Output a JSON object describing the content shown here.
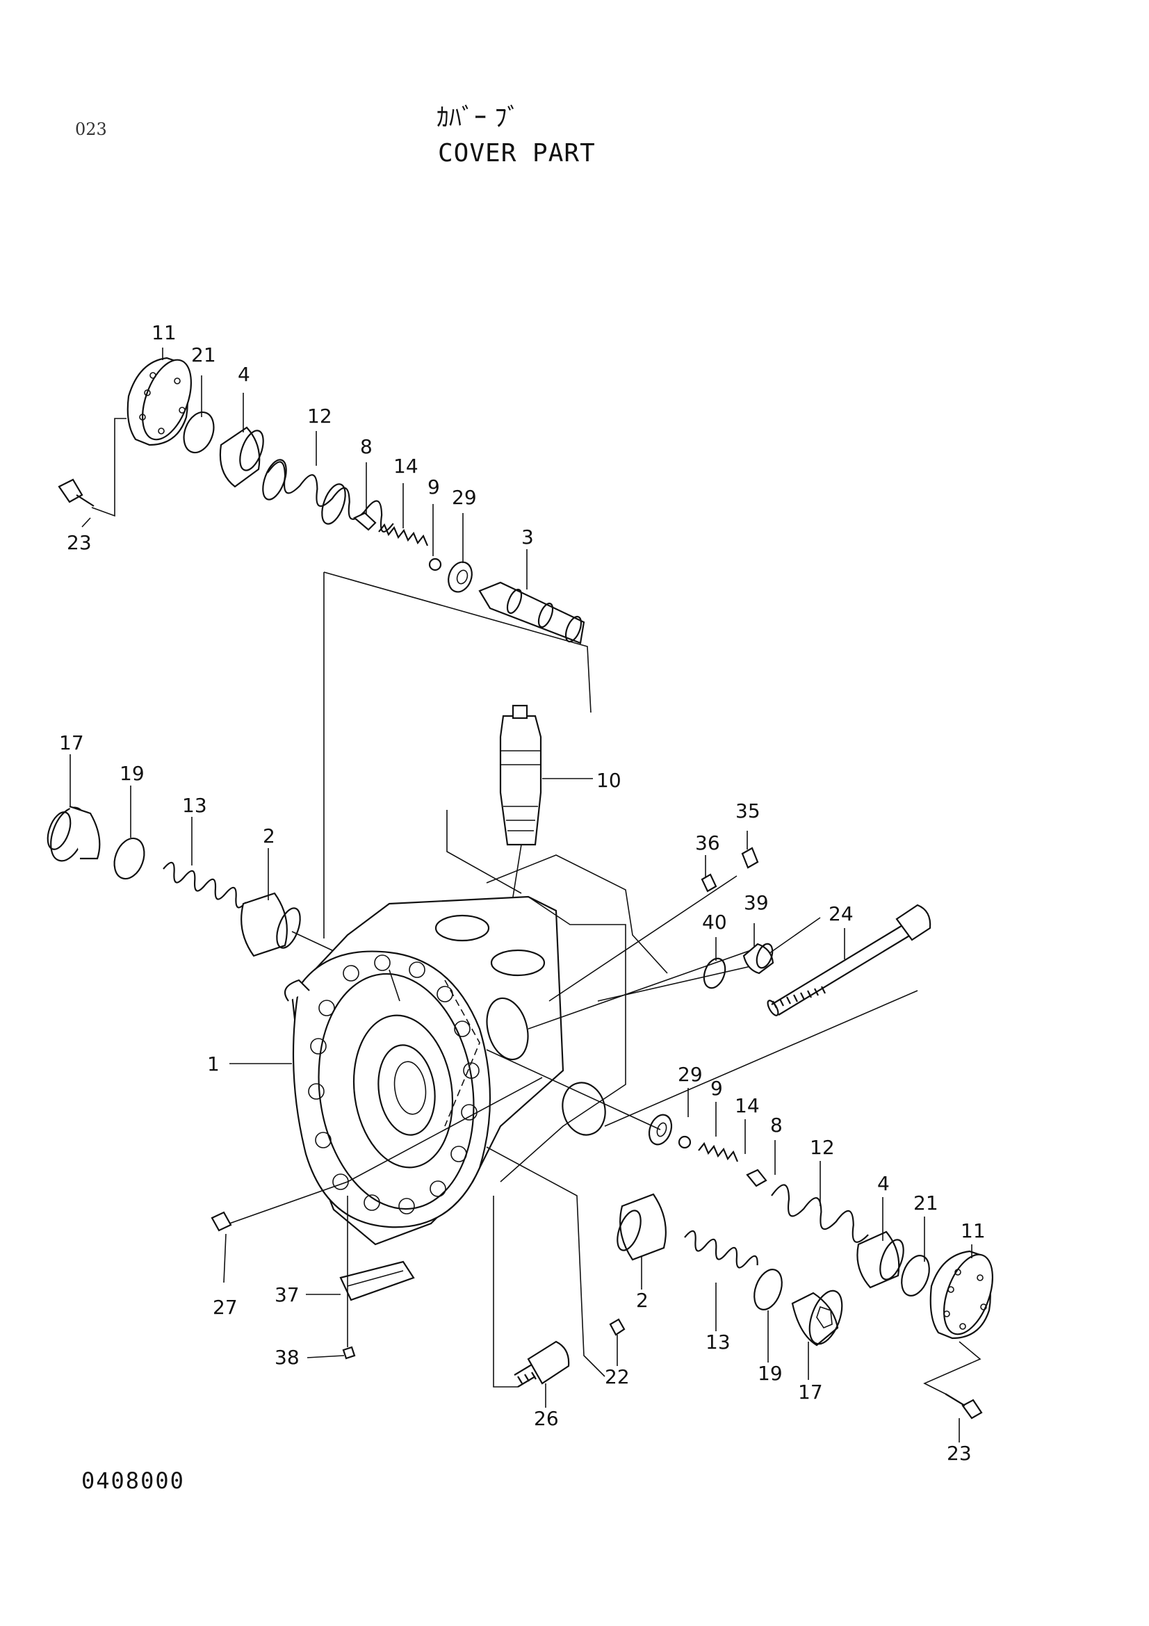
{
  "header": {
    "page_number": "023",
    "title_japanese": "ｶﾊﾞｰ ﾌﾞ",
    "title_english": "COVER PART"
  },
  "footer": {
    "document_code": "0408000"
  },
  "callouts": {
    "c11_top": "11",
    "c21_top": "21",
    "c4_top": "4",
    "c12_top": "12",
    "c8_top": "8",
    "c14_top": "14",
    "c9_top": "9",
    "c29_top": "29",
    "c3": "3",
    "c23_top": "23",
    "c17_left": "17",
    "c19_left": "19",
    "c13_left": "13",
    "c2_left": "2",
    "c10": "10",
    "c36": "36",
    "c35": "35",
    "c39": "39",
    "c40": "40",
    "c24": "24",
    "c1": "1",
    "c29_bottom": "29",
    "c9_bottom": "9",
    "c14_bottom": "14",
    "c8_bottom": "8",
    "c12_bottom": "12",
    "c4_bottom": "4",
    "c21_bottom": "21",
    "c11_bottom": "11",
    "c27": "27",
    "c37": "37",
    "c38": "38",
    "c2_bottom": "2",
    "c13_bottom": "13",
    "c19_bottom": "19",
    "c17_bottom": "17",
    "c22": "22",
    "c26": "26",
    "c23_bottom": "23"
  }
}
